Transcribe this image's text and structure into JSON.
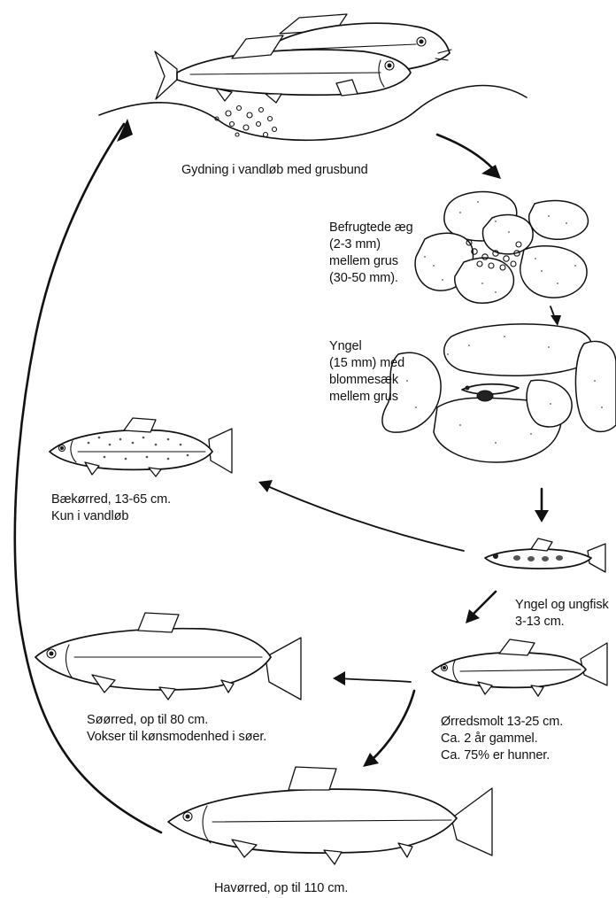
{
  "labels": {
    "spawning": [
      "Gydning i vandløb med grusbund"
    ],
    "eggs": [
      "Befrugtede æg",
      "(2-3 mm)",
      "mellem grus",
      "(30-50 mm)."
    ],
    "alevin": [
      "Yngel",
      "(15 mm) med",
      "blommesæk",
      "mellem grus"
    ],
    "fry": [
      "Yngel og ungfisk",
      "3-13 cm."
    ],
    "smolt": [
      "Ørredsmolt 13-25 cm.",
      "Ca. 2 år gammel.",
      "Ca. 75% er hunner."
    ],
    "brook_trout": [
      "Bækørred, 13-65 cm.",
      "Kun i vandløb"
    ],
    "lake_trout": [
      "Søørred, op til 80 cm.",
      "Vokser til kønsmodenhed i søer."
    ],
    "sea_trout": [
      "Havørred, op til 110 cm."
    ]
  }
}
